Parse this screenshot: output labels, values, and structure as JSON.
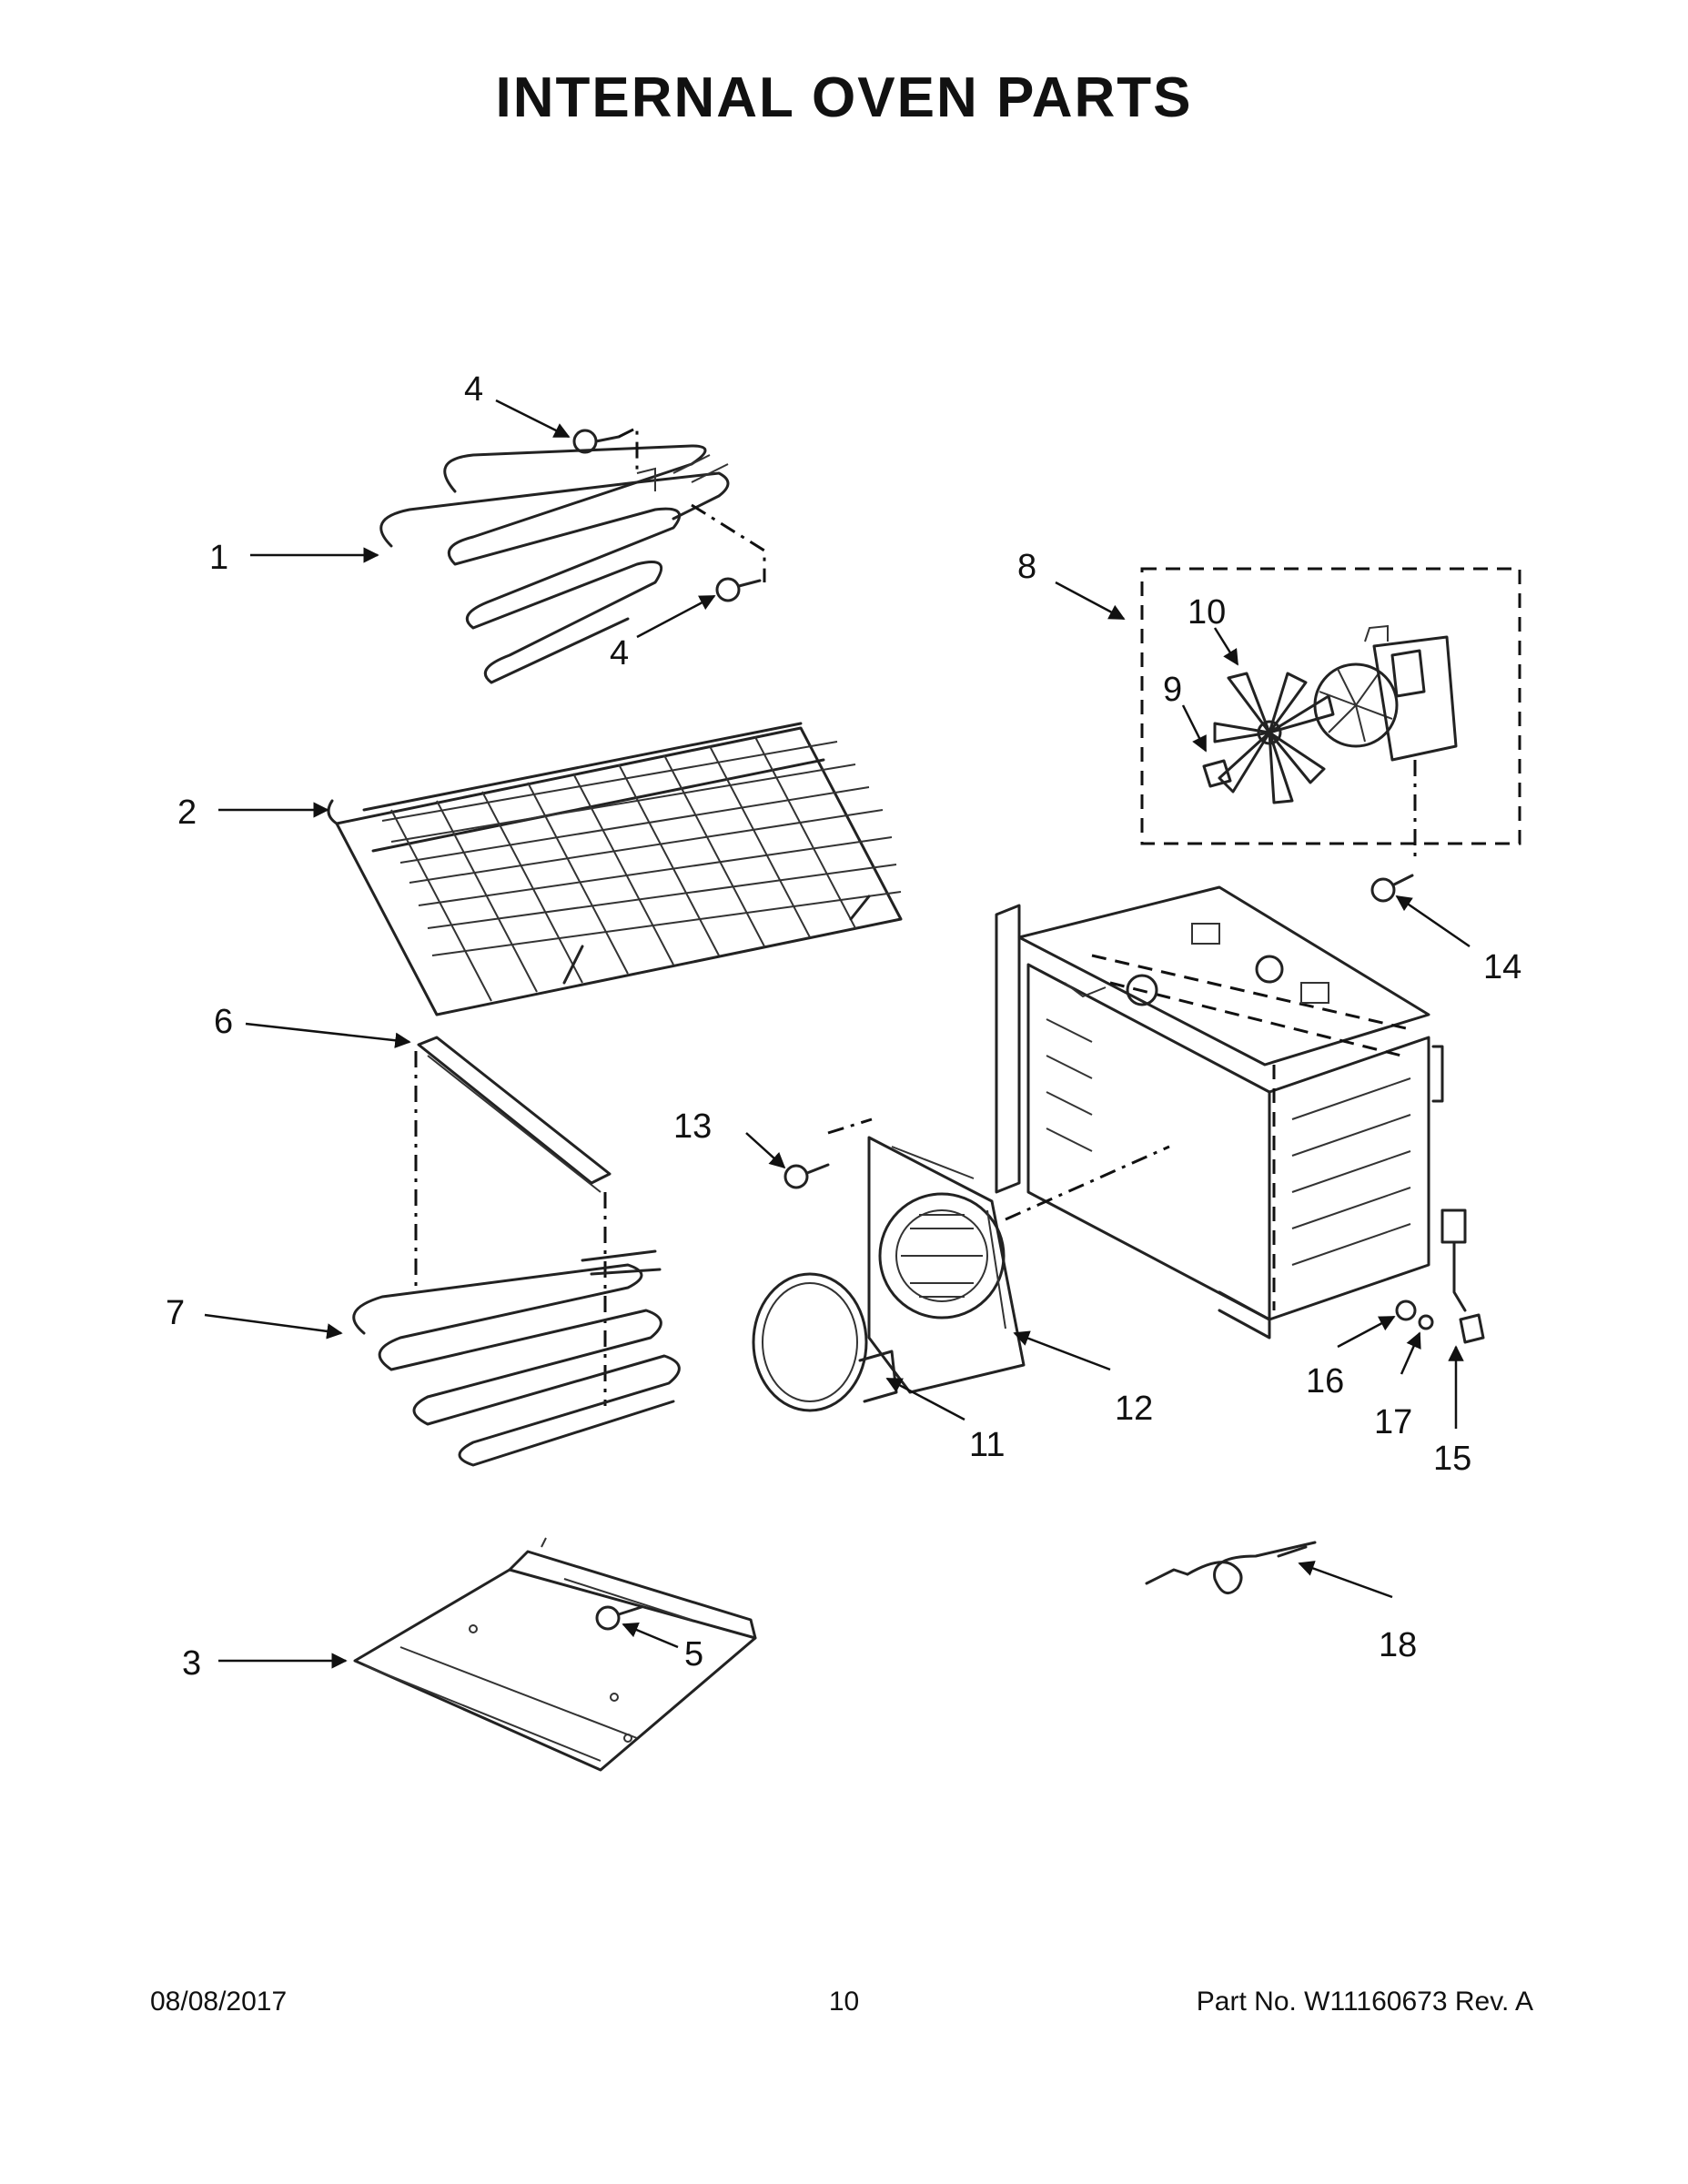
{
  "title": "INTERNAL OVEN PARTS",
  "callouts": {
    "c1": "1",
    "c2": "2",
    "c3": "3",
    "c4a": "4",
    "c4b": "4",
    "c5": "5",
    "c6": "6",
    "c7": "7",
    "c8": "8",
    "c9": "9",
    "c10": "10",
    "c11": "11",
    "c12": "12",
    "c13": "13",
    "c14": "14",
    "c15": "15",
    "c16": "16",
    "c17": "17",
    "c18": "18"
  },
  "footer": {
    "date": "08/08/2017",
    "page": "10",
    "part_no": "Part No.  W11160673  Rev.  A"
  }
}
